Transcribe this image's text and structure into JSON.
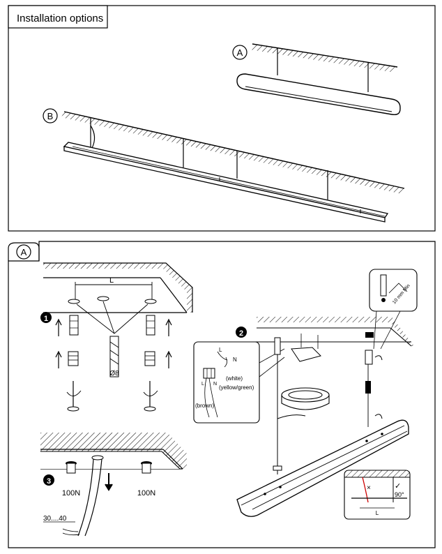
{
  "panel_top": {
    "title": "Installation options",
    "option_a": "A",
    "option_b": "B"
  },
  "panel_bottom": {
    "marker": "A",
    "dimension_L": "L",
    "drill_label": "Ø8",
    "step_1": "1",
    "step_2": "2",
    "step_3": "3",
    "force_left": "100N",
    "force_right": "100N",
    "strip_length": "30....40",
    "wire_labels": {
      "l": "L",
      "n": "N",
      "white": "(white)",
      "yellow_green": "(yellow/green)",
      "brown": "(brown)",
      "terminal_l": "L",
      "terminal_n": "N"
    },
    "min_clearance": "10 mm Min",
    "angle": "90°",
    "detail_L": "L",
    "wrong_mark": "×",
    "ok_mark": "✓"
  }
}
